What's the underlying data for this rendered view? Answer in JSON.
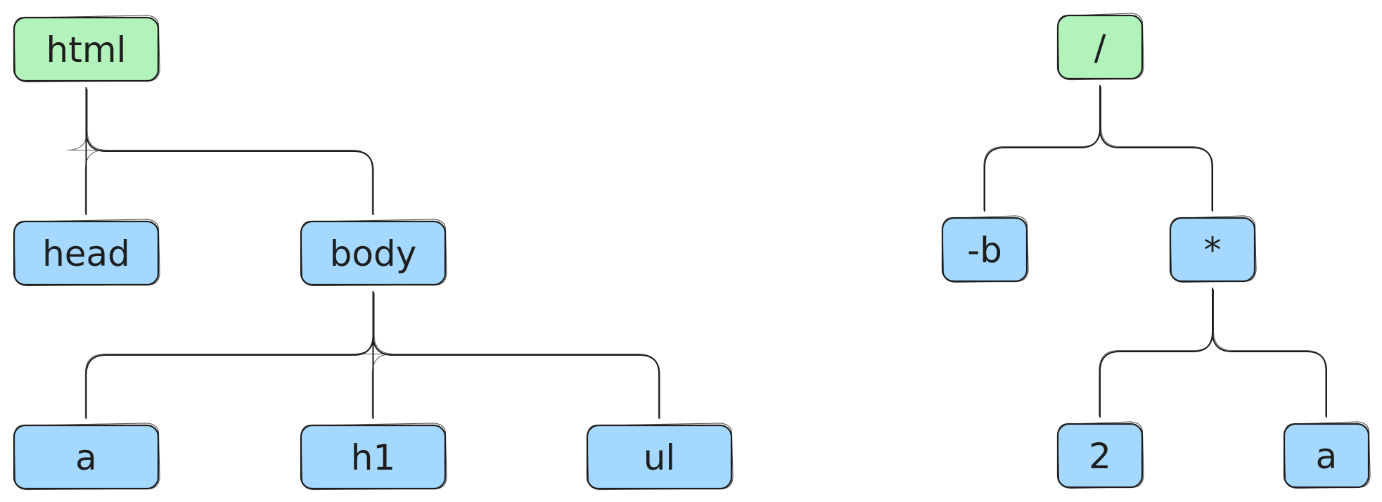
{
  "colors": {
    "root_fill": "#b2f2bb",
    "node_fill": "#a5d8ff",
    "stroke": "#1e1e1e"
  },
  "trees": [
    {
      "id": "html-tree",
      "nodes": [
        {
          "id": "html",
          "label": "html",
          "role": "root"
        },
        {
          "id": "head",
          "label": "head",
          "role": "node"
        },
        {
          "id": "body",
          "label": "body",
          "role": "node"
        },
        {
          "id": "a",
          "label": "a",
          "role": "node"
        },
        {
          "id": "h1",
          "label": "h1",
          "role": "node"
        },
        {
          "id": "ul",
          "label": "ul",
          "role": "node"
        }
      ],
      "edges": [
        [
          "html",
          "head"
        ],
        [
          "html",
          "body"
        ],
        [
          "body",
          "a"
        ],
        [
          "body",
          "h1"
        ],
        [
          "body",
          "ul"
        ]
      ]
    },
    {
      "id": "expression-tree",
      "nodes": [
        {
          "id": "div",
          "label": "/",
          "role": "root"
        },
        {
          "id": "neg-b",
          "label": "-b",
          "role": "node"
        },
        {
          "id": "mul",
          "label": "*",
          "role": "node"
        },
        {
          "id": "two",
          "label": "2",
          "role": "node"
        },
        {
          "id": "expr-a",
          "label": "a",
          "role": "node"
        }
      ],
      "edges": [
        [
          "div",
          "neg-b"
        ],
        [
          "div",
          "mul"
        ],
        [
          "mul",
          "two"
        ],
        [
          "mul",
          "expr-a"
        ]
      ]
    }
  ]
}
